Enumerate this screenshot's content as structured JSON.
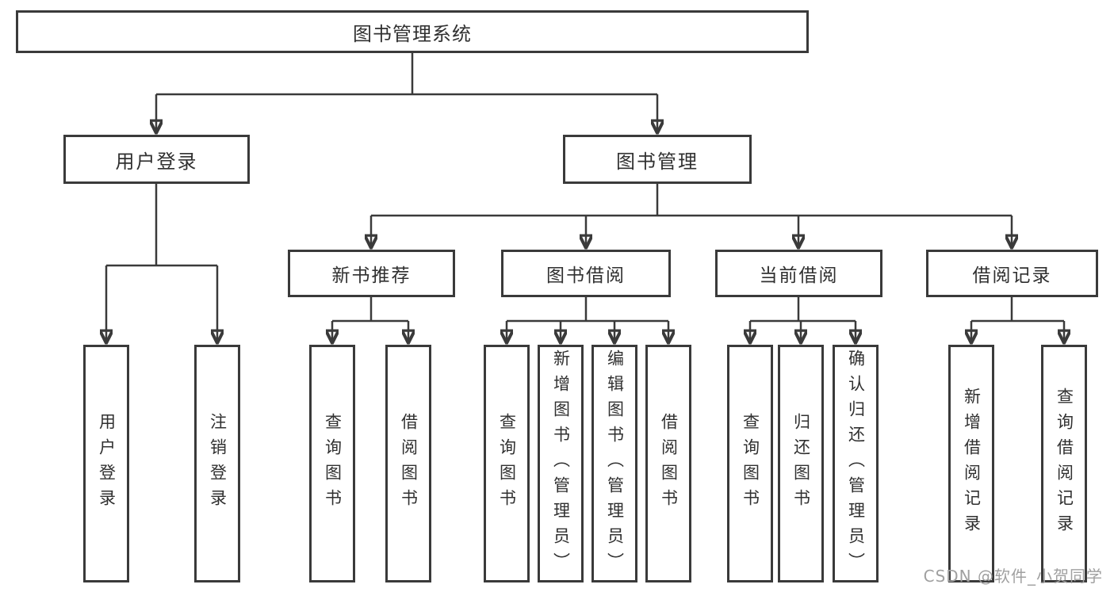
{
  "tree": {
    "root": "图书管理系统",
    "branches": [
      {
        "label": "用户登录",
        "children": [
          "用户登录",
          "注销登录"
        ]
      },
      {
        "label": "图书管理",
        "groups": [
          {
            "label": "新书推荐",
            "children": [
              "查询图书",
              "借阅图书"
            ]
          },
          {
            "label": "图书借阅",
            "children": [
              "查询图书",
              "新增图书（管理员）",
              "编辑图书（管理员）",
              "借阅图书"
            ]
          },
          {
            "label": "当前借阅",
            "children": [
              "查询图书",
              "归还图书",
              "确认归还（管理员）"
            ]
          },
          {
            "label": "借阅记录",
            "children": [
              "新增借阅记录",
              "查询借阅记录"
            ]
          }
        ]
      }
    ]
  },
  "watermark": "CSDN @软件_小贺同学",
  "colors": {
    "line": "#3a3a3a",
    "text": "#303030",
    "background": "#ffffff",
    "watermark": "#a0a0a0"
  }
}
